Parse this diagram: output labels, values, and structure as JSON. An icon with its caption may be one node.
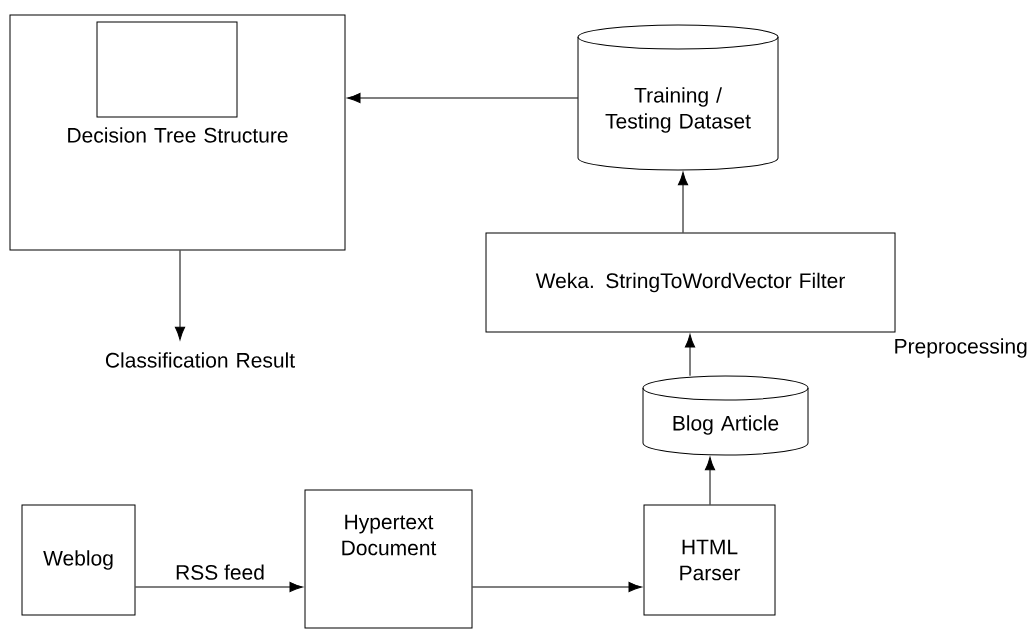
{
  "diagram": {
    "nodes": [
      {
        "text": [
          "Decision Tree Structure"
        ]
      },
      {
        "text": [],
        "shape": "box",
        "in": 0
      },
      {
        "text": [
          "Training / Testing Dataset"
        ]
      },
      {
        "text": [
          "Weka. StringToWordVector Filter"
        ]
      },
      {
        "text": [
          "Classification Result"
        ]
      },
      {
        "text": [
          "Blog Article"
        ]
      },
      {
        "text": [
          "Weblog"
        ]
      },
      {
        "text": [
          "Hypertext Document"
        ]
      },
      {
        "text": [
          "HTML Parser"
        ]
      }
    ],
    "edges": [
      {
        "from": 2,
        "to": 0,
        "arrow": "to"
      },
      {
        "from": 3,
        "to": 2,
        "arrow": "to"
      },
      {
        "from": 0,
        "to": 4,
        "arrow": "to"
      },
      {
        "from": 5,
        "to": 3,
        "arrow": "to"
      },
      {
        "from": 8,
        "to": 5,
        "arrow": "to"
      },
      {
        "from": 6,
        "to": 7,
        "arrow": "to",
        "label": "RSS feed"
      },
      {
        "from": 7,
        "to": 8,
        "arrow": "to"
      }
    ],
    "labels": [
      "Preprocessing"
    ]
  }
}
